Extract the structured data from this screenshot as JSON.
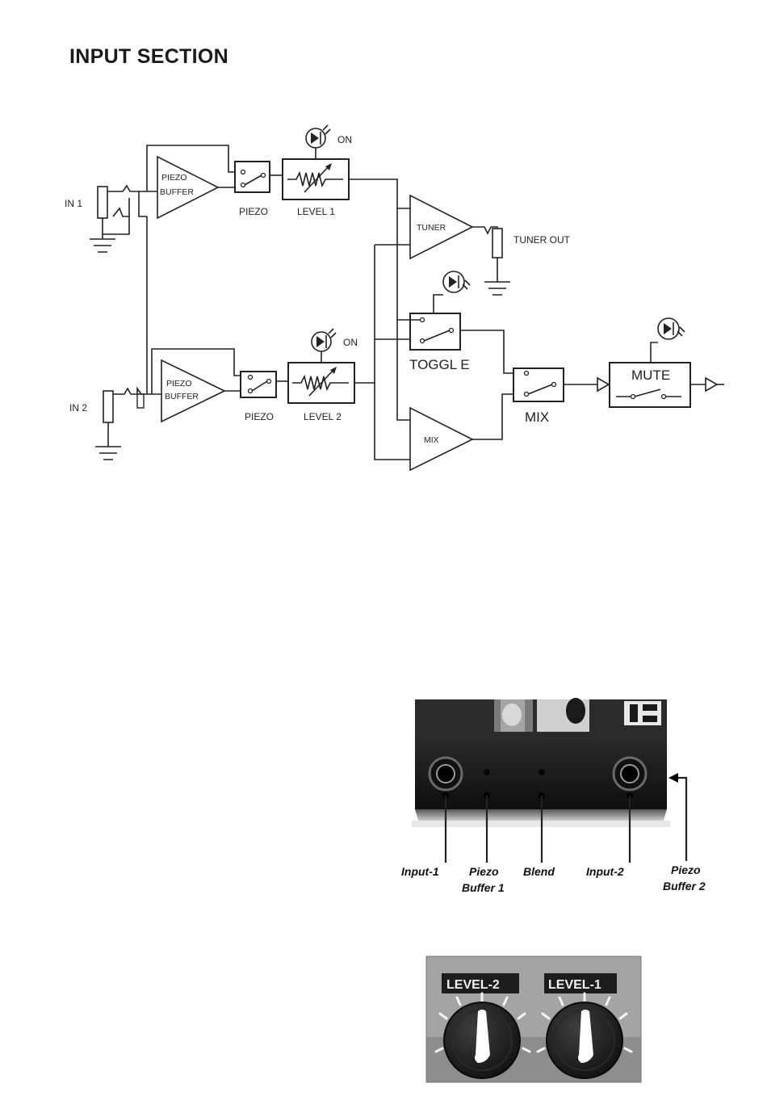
{
  "title": "INPUT SECTION",
  "diagram": {
    "in1": "IN 1",
    "in2": "IN 2",
    "piezo_buffer_line1": "PIEZO",
    "piezo_buffer_line2": "BUFFER",
    "piezo_switch": "PIEZO",
    "level1": "LEVEL 1",
    "level2": "LEVEL 2",
    "on": "ON",
    "tuner": "TUNER",
    "tuner_out": "TUNER OUT",
    "toggle": "TOGGL E",
    "mix_amp": "MIX",
    "mix_switch": "MIX",
    "mute": "MUTE"
  },
  "photo_jacks": {
    "labels": {
      "input1": "Input-1",
      "piezo_buffer1_line1": "Piezo",
      "piezo_buffer1_line2": "Buffer 1",
      "blend": "Blend",
      "input2": "Input-2",
      "piezo_buffer2_line1": "Piezo",
      "piezo_buffer2_line2": "Buffer 2"
    }
  },
  "photo_knobs": {
    "left_label": "LEVEL-2",
    "right_label": "LEVEL-1"
  }
}
